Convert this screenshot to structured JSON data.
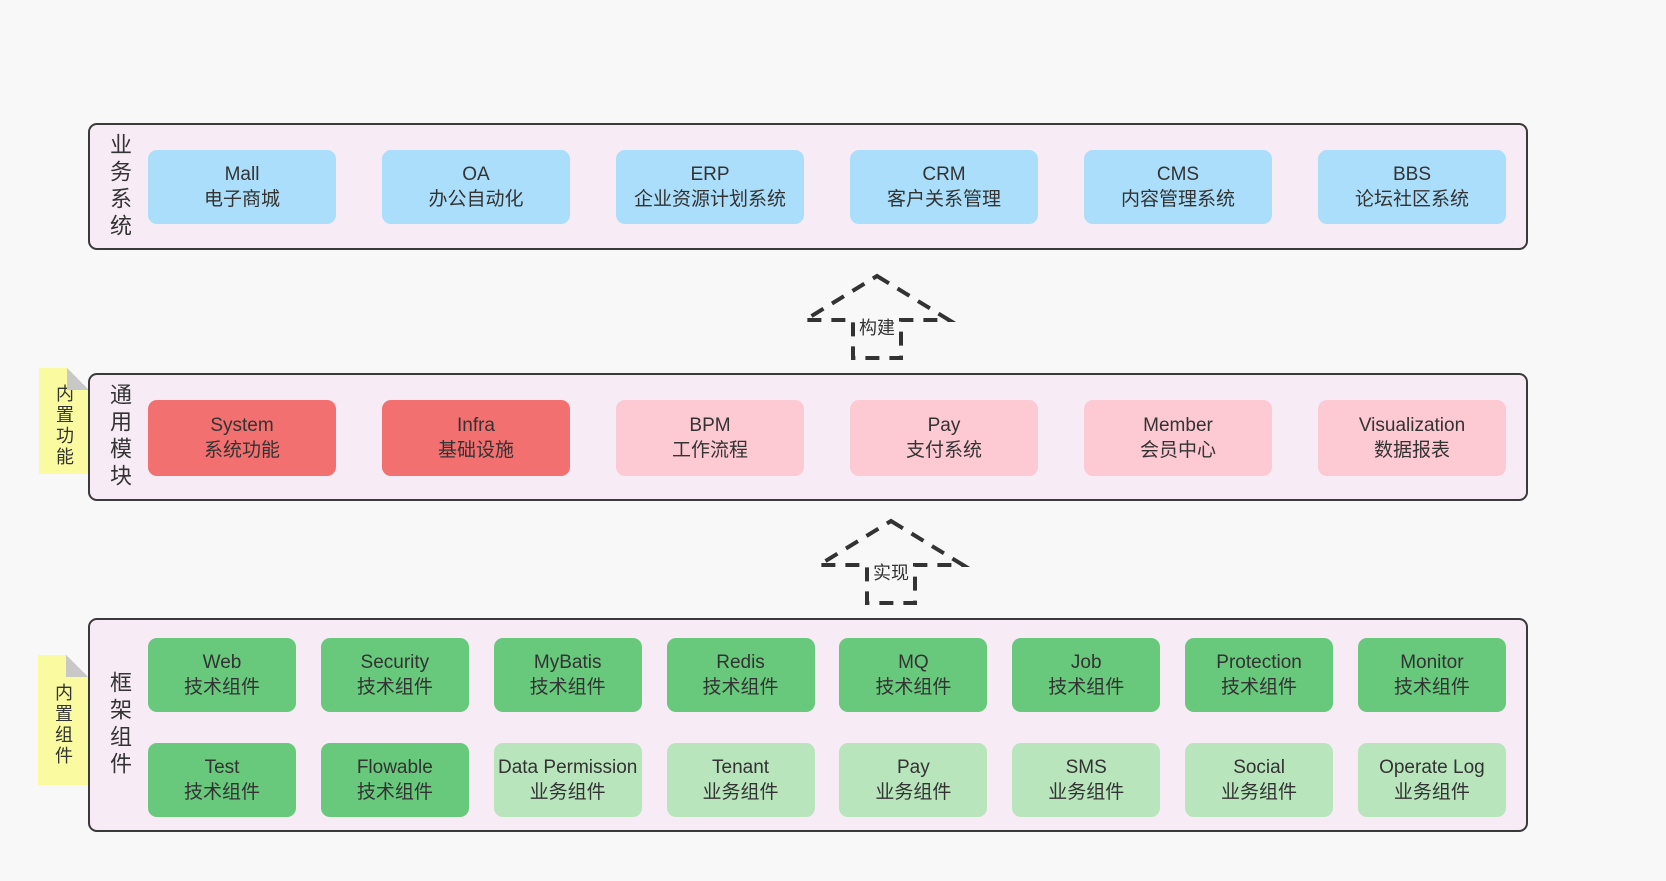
{
  "colors": {
    "page_bg": "#f8f8f8",
    "container_bg": "#f7ecf5",
    "container_border": "#3a3a3a",
    "blue": "#abdefa",
    "red": "#f27070",
    "pink": "#fdc9d3",
    "green": "#68c87c",
    "lightgreen": "#b9e5bd",
    "sticky_yellow": "#fafaa0",
    "text": "#333333"
  },
  "sections": [
    {
      "id": "business",
      "label": "业务系统",
      "boxes": [
        {
          "title": "Mall",
          "subtitle": "电子商城",
          "variant": "blue"
        },
        {
          "title": "OA",
          "subtitle": "办公自动化",
          "variant": "blue"
        },
        {
          "title": "ERP",
          "subtitle": "企业资源计划系统",
          "variant": "blue"
        },
        {
          "title": "CRM",
          "subtitle": "客户关系管理",
          "variant": "blue"
        },
        {
          "title": "CMS",
          "subtitle": "内容管理系统",
          "variant": "blue"
        },
        {
          "title": "BBS",
          "subtitle": "论坛社区系统",
          "variant": "blue"
        }
      ]
    },
    {
      "id": "modules",
      "label": "通用模块",
      "sticky": "内置功能",
      "boxes": [
        {
          "title": "System",
          "subtitle": "系统功能",
          "variant": "red"
        },
        {
          "title": "Infra",
          "subtitle": "基础设施",
          "variant": "red"
        },
        {
          "title": "BPM",
          "subtitle": "工作流程",
          "variant": "pink"
        },
        {
          "title": "Pay",
          "subtitle": "支付系统",
          "variant": "pink"
        },
        {
          "title": "Member",
          "subtitle": "会员中心",
          "variant": "pink"
        },
        {
          "title": "Visualization",
          "subtitle": "数据报表",
          "variant": "pink"
        }
      ]
    },
    {
      "id": "components",
      "label": "框架组件",
      "sticky": "内置组件",
      "rows": [
        [
          {
            "title": "Web",
            "subtitle": "技术组件",
            "variant": "green"
          },
          {
            "title": "Security",
            "subtitle": "技术组件",
            "variant": "green"
          },
          {
            "title": "MyBatis",
            "subtitle": "技术组件",
            "variant": "green"
          },
          {
            "title": "Redis",
            "subtitle": "技术组件",
            "variant": "green"
          },
          {
            "title": "MQ",
            "subtitle": "技术组件",
            "variant": "green"
          },
          {
            "title": "Job",
            "subtitle": "技术组件",
            "variant": "green"
          },
          {
            "title": "Protection",
            "subtitle": "技术组件",
            "variant": "green"
          },
          {
            "title": "Monitor",
            "subtitle": "技术组件",
            "variant": "green"
          }
        ],
        [
          {
            "title": "Test",
            "subtitle": "技术组件",
            "variant": "green"
          },
          {
            "title": "Flowable",
            "subtitle": "技术组件",
            "variant": "green"
          },
          {
            "title": "Data Permission",
            "subtitle": "业务组件",
            "variant": "lightgreen"
          },
          {
            "title": "Tenant",
            "subtitle": "业务组件",
            "variant": "lightgreen"
          },
          {
            "title": "Pay",
            "subtitle": "业务组件",
            "variant": "lightgreen"
          },
          {
            "title": "SMS",
            "subtitle": "业务组件",
            "variant": "lightgreen"
          },
          {
            "title": "Social",
            "subtitle": "业务组件",
            "variant": "lightgreen"
          },
          {
            "title": "Operate Log",
            "subtitle": "业务组件",
            "variant": "lightgreen"
          }
        ]
      ]
    }
  ],
  "arrows": [
    {
      "label": "构建"
    },
    {
      "label": "实现"
    }
  ]
}
